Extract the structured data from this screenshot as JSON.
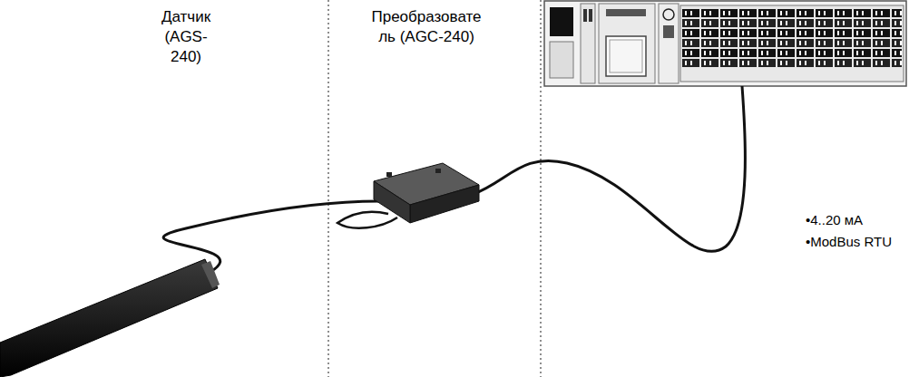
{
  "diagram": {
    "labels": [
      "Датчик (AGS-240)",
      "Преобразовате ль (AGC-240)",
      "•4..20 мА",
      "•ModBus RTU"
    ]
  }
}
